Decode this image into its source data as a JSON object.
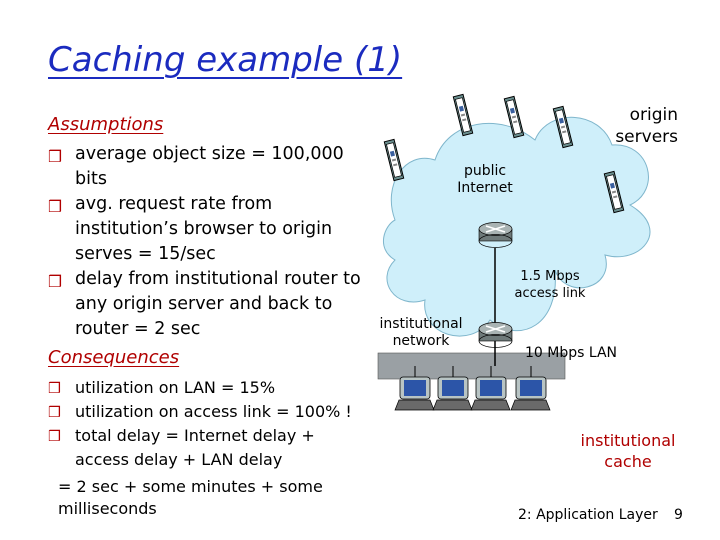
{
  "title": "Caching example (1)",
  "assumptions": {
    "heading": "Assumptions",
    "items": [
      "average object size = 100,000 bits",
      "avg. request rate from institution’s browser to origin serves = 15/sec",
      "delay from institutional router to any origin server and back to router  = 2 sec"
    ]
  },
  "consequences": {
    "heading": "Consequences",
    "items": [
      "utilization on LAN = 15%",
      "utilization on access link = 100% !",
      "total delay   = Internet delay + access delay + LAN delay"
    ],
    "continuation": "=  2 sec + some minutes + some milliseconds"
  },
  "diagram": {
    "origin_servers_label": "origin servers",
    "public_internet_label": "public Internet",
    "access_link_label": "1.5 Mbps access link",
    "institutional_network_label": "institutional network",
    "lan_label": "10 Mbps LAN",
    "cache_label": "institutional cache"
  },
  "footer": {
    "text": "2: Application Layer",
    "page_number": "9"
  },
  "colors": {
    "title": "#1b2bbf",
    "accent": "#b00000",
    "cloud": "#cfeffa",
    "server": "#6b8f8f"
  },
  "icons": [
    "server-icon",
    "router-icon",
    "workstation-icon"
  ]
}
